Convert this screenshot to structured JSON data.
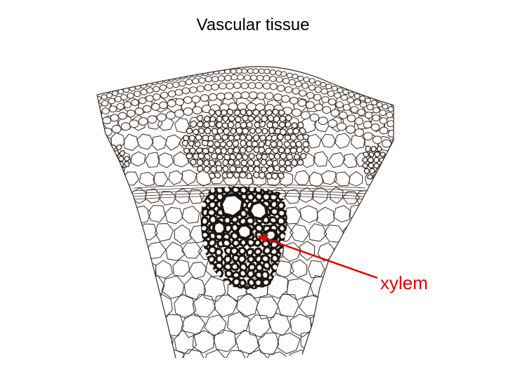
{
  "slide": {
    "title": "Vascular tissue"
  },
  "diagram": {
    "subject": "plant stem cross-section wedge showing a vascular bundle",
    "callout": {
      "label": "xylem",
      "color": "#e00000"
    },
    "colors": {
      "cell_wall": "#3a2a22",
      "thick_wall": "#1c1410",
      "background": "#ffffff"
    }
  }
}
